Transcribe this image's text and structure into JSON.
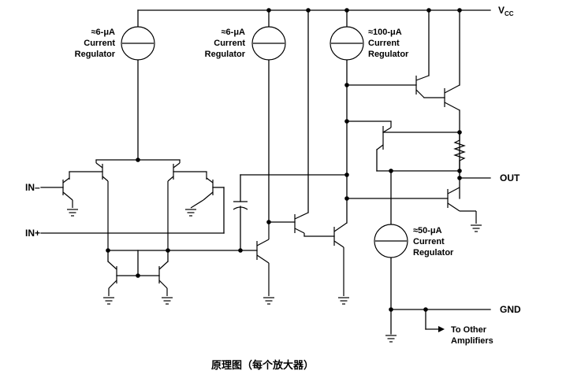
{
  "pins": {
    "vcc": "V",
    "vcc_sub": "CC",
    "out": "OUT",
    "gnd": "GND",
    "in_minus": "IN–",
    "in_plus": "IN+"
  },
  "regulators": [
    {
      "value": "≈6-μA",
      "l1": "Current",
      "l2": "Regulator"
    },
    {
      "value": "≈6-μA",
      "l1": "Current",
      "l2": "Regulator"
    },
    {
      "value": "≈100-μA",
      "l1": "Current",
      "l2": "Regulator"
    },
    {
      "value": "≈50-μA",
      "l1": "Current",
      "l2": "Regulator"
    }
  ],
  "other": {
    "l1": "To Other",
    "l2": "Amplifiers"
  },
  "caption": "原理图（每个放大器）"
}
